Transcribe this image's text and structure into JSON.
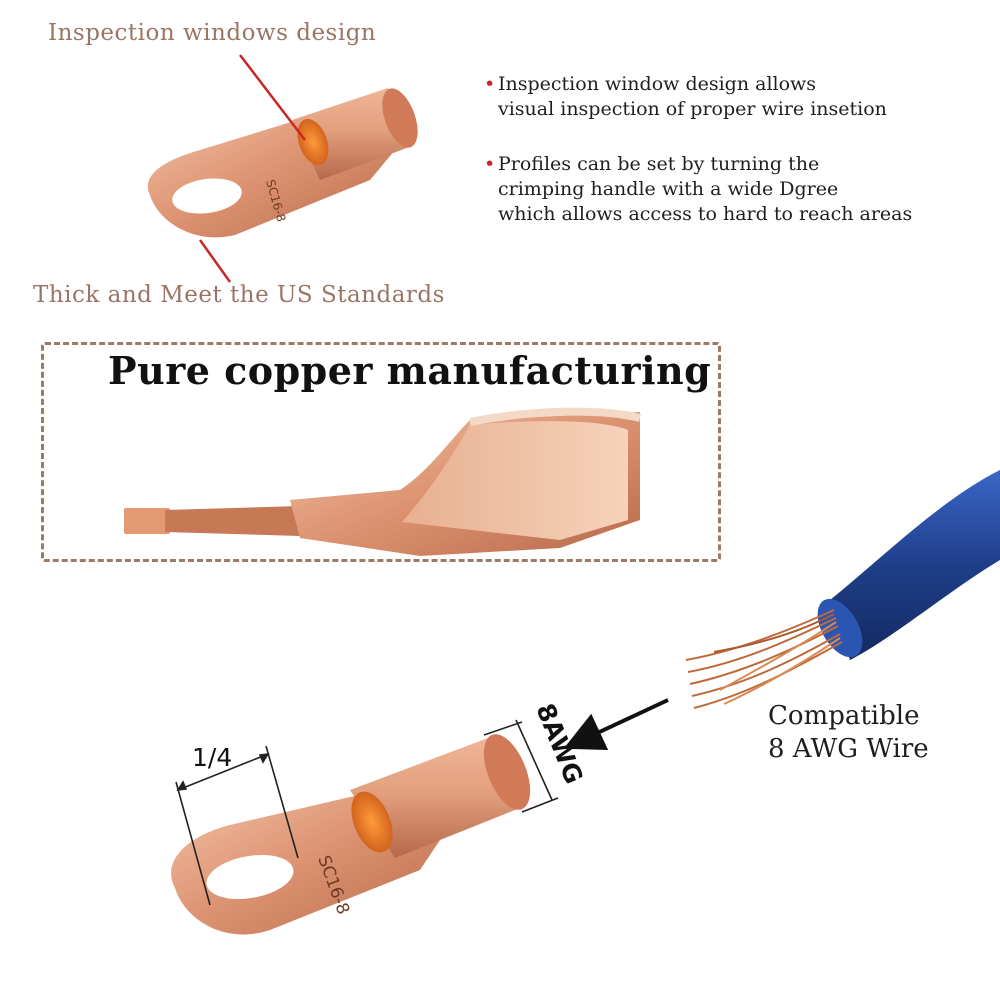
{
  "captions": {
    "inspection_windows": "Inspection windows design",
    "thick_standards": "Thick and Meet the US Standards"
  },
  "bullets": [
    {
      "lines": [
        "Inspection window design allows",
        "visual inspection of proper wire insetion"
      ]
    },
    {
      "lines": [
        "Profiles can be set by turning the",
        "crimping handle with a wide Dgree",
        "which allows access to hard to reach areas"
      ]
    }
  ],
  "bullet_symbol": "•",
  "banner": {
    "title": "Pure copper manufacturing"
  },
  "lug": {
    "marking": "SC16-8"
  },
  "dimensions": {
    "stud": "1/4",
    "wire_gauge": "8AWG"
  },
  "compatible": {
    "line1": "Compatible",
    "line2": "8 AWG Wire"
  },
  "colors": {
    "copper": "#d98f6c",
    "caption_text": "#9a7565",
    "pointer_red": "#c62828",
    "banner_border": "#9c7a68",
    "wire_blue": "#1f3f8a"
  }
}
